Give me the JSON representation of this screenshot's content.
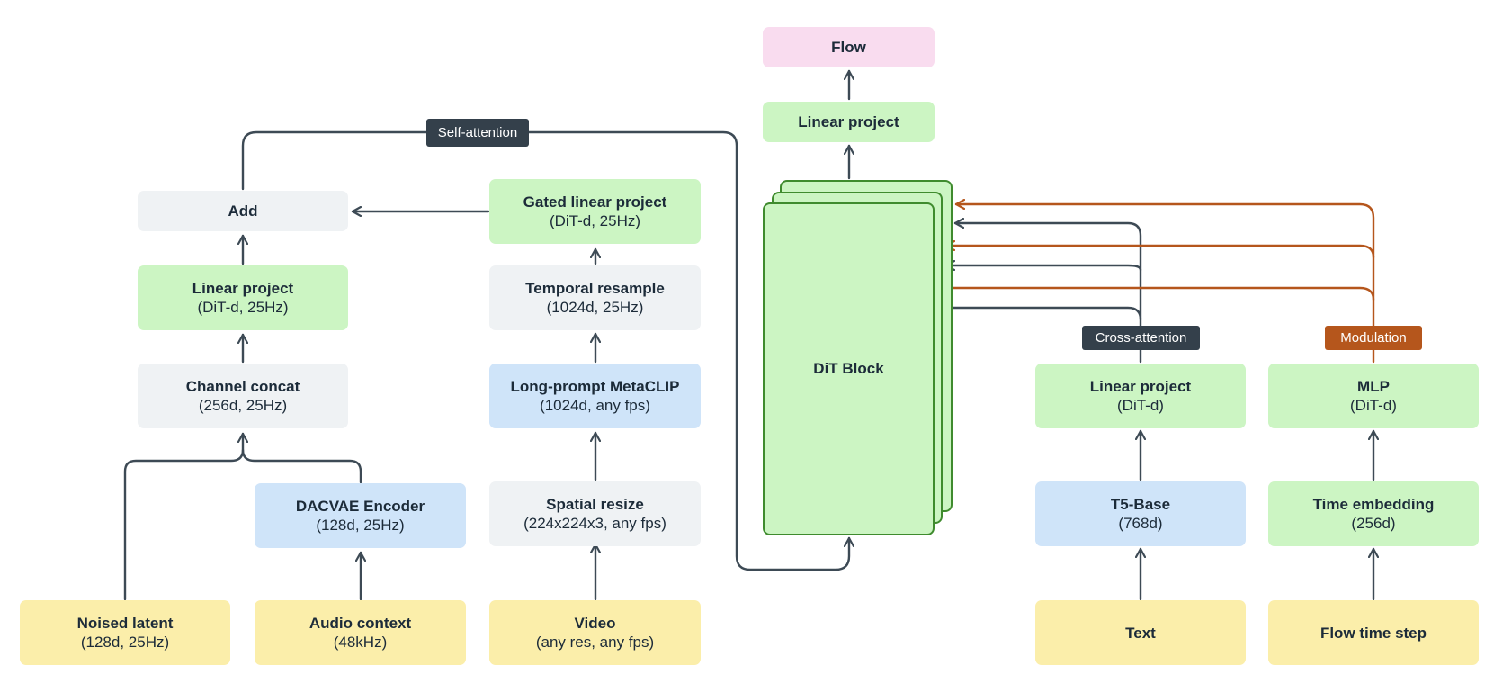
{
  "nodes": {
    "noised_latent": {
      "title": "Noised latent",
      "sub": "(128d, 25Hz)"
    },
    "audio_context": {
      "title": "Audio context",
      "sub": "(48kHz)"
    },
    "dacvae_encoder": {
      "title": "DACVAE Encoder",
      "sub": "(128d, 25Hz)"
    },
    "channel_concat": {
      "title": "Channel concat",
      "sub": "(256d, 25Hz)"
    },
    "linear_project_left": {
      "title": "Linear project",
      "sub": "(DiT-d, 25Hz)"
    },
    "add": {
      "title": "Add"
    },
    "video": {
      "title": "Video",
      "sub": "(any res, any fps)"
    },
    "spatial_resize": {
      "title": "Spatial resize",
      "sub": "(224x224x3, any fps)"
    },
    "metaclip": {
      "title": "Long-prompt MetaCLIP",
      "sub": "(1024d, any fps)"
    },
    "temporal_resample": {
      "title": "Temporal resample",
      "sub": "(1024d, 25Hz)"
    },
    "gated_linear_project": {
      "title": "Gated linear project",
      "sub": "(DiT-d, 25Hz)"
    },
    "dit_block": {
      "title": "DiT Block"
    },
    "linear_project_top": {
      "title": "Linear project"
    },
    "flow": {
      "title": "Flow"
    },
    "text": {
      "title": "Text"
    },
    "t5_base": {
      "title": "T5-Base",
      "sub": "(768d)"
    },
    "linear_project_text": {
      "title": "Linear project",
      "sub": "(DiT-d)"
    },
    "flow_time_step": {
      "title": "Flow time step"
    },
    "time_embedding": {
      "title": "Time embedding",
      "sub": "(256d)"
    },
    "mlp": {
      "title": "MLP",
      "sub": "(DiT-d)"
    }
  },
  "tags": {
    "self_attention": "Self-attention",
    "cross_attention": "Cross-attention",
    "modulation": "Modulation"
  },
  "colors": {
    "input_yellow": "#fbeeaa",
    "green": "#ccf5c3",
    "blue": "#cfe4f9",
    "gray": "#eff2f4",
    "pink": "#f9dcef",
    "arrow_dark": "#3d4a55",
    "arrow_orange": "#b5561c",
    "dit_border": "#3f8b2e"
  }
}
